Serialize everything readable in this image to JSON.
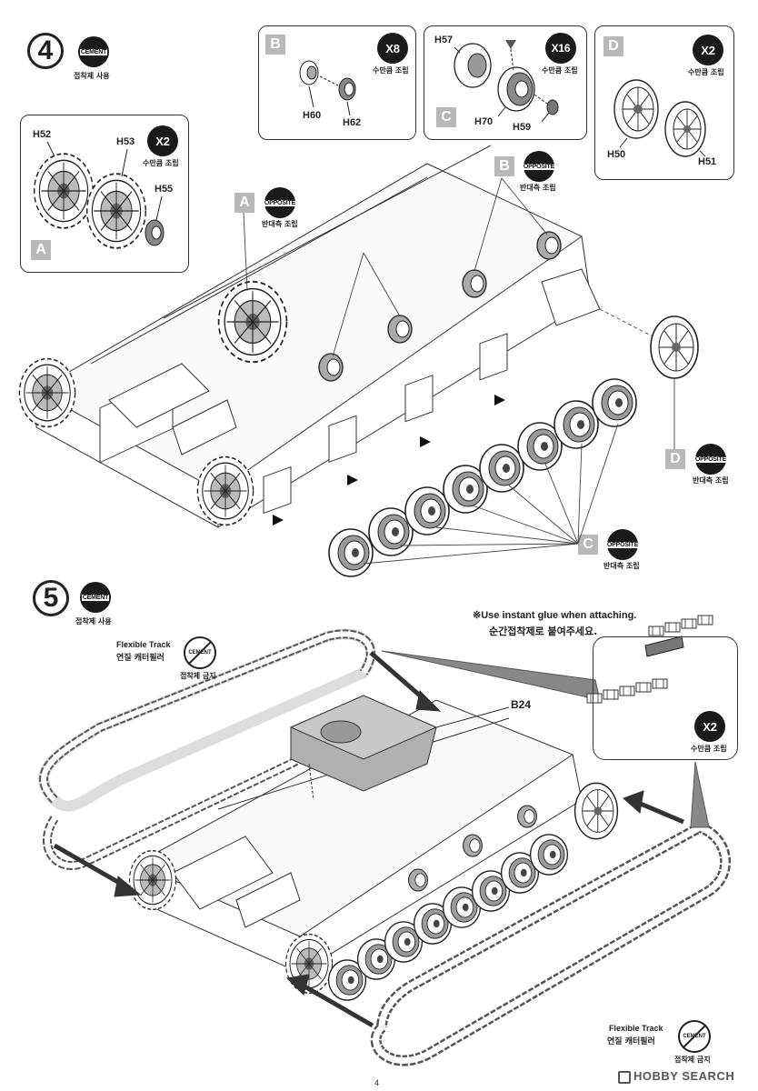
{
  "step4": {
    "number": "4",
    "cement_badge": "CEMENT",
    "cement_note": "접착제 사용",
    "box_A": {
      "tag": "A",
      "count": "X2",
      "count_note": "수만큼 조립",
      "parts": [
        "H52",
        "H53",
        "H55"
      ]
    },
    "box_B": {
      "tag": "B",
      "count": "X8",
      "count_note": "수만큼 조립",
      "parts": [
        "H60",
        "H62"
      ]
    },
    "box_C": {
      "tag": "C",
      "count": "X16",
      "count_note": "수만큼 조립",
      "parts": [
        "H57",
        "H70",
        "H59"
      ]
    },
    "box_D": {
      "tag": "D",
      "count": "X2",
      "count_note": "수만큼 조립",
      "parts": [
        "H50",
        "H51"
      ]
    },
    "callouts": [
      {
        "tag": "A",
        "badge": "OPPOSITE",
        "note": "반대측 조립"
      },
      {
        "tag": "B",
        "badge": "OPPOSITE",
        "note": "반대측 조립"
      },
      {
        "tag": "B",
        "badge": "OPPOSITE",
        "note": "반대측 조립"
      },
      {
        "tag": "D",
        "badge": "OPPOSITE",
        "note": "반대측 조립"
      },
      {
        "tag": "C",
        "badge": "OPPOSITE",
        "note": "반대측 조립"
      }
    ]
  },
  "step5": {
    "number": "5",
    "cement_badge": "CEMENT",
    "cement_note": "접착제 사용",
    "track_top": {
      "title": "Flexible Track",
      "title_ko": "연질 캐터필러",
      "badge": "CEMENT",
      "note": "접착제 금지"
    },
    "track_bottom": {
      "title": "Flexible Track",
      "title_ko": "연질 캐터필러",
      "badge": "CEMENT",
      "note": "접착제 금지"
    },
    "part_label": "B24",
    "glue_note_en": "※Use instant glue when attaching.",
    "glue_note_ko": "순간접착제로 붙여주세요.",
    "count": "X2",
    "count_note": "수만큼 조립"
  },
  "page_number": "4",
  "watermark": "HOBBY SEARCH"
}
